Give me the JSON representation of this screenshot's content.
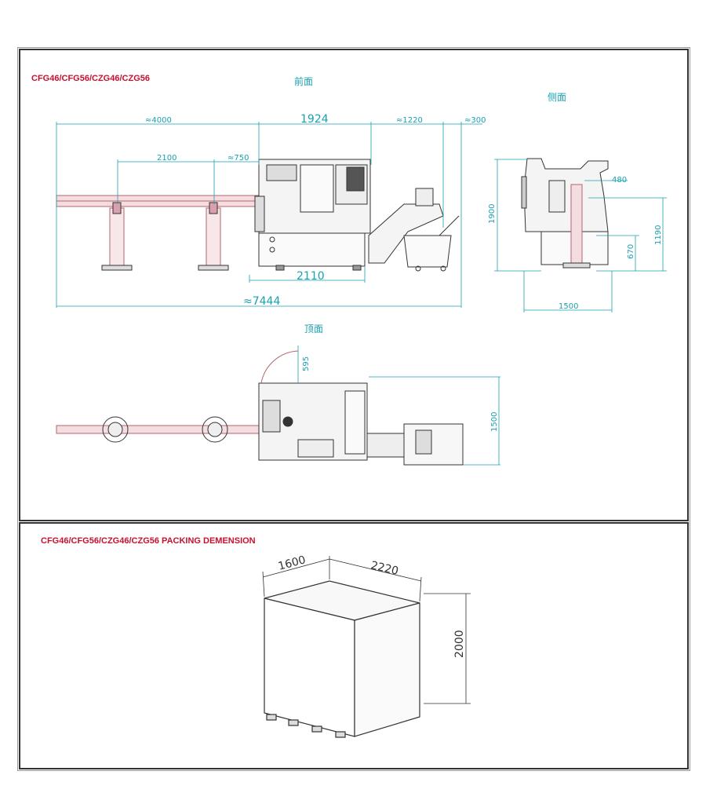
{
  "layout_title": "CFG46/CFG56/CZG46/CZG56",
  "packing_title": "CFG46/CFG56/CZG46/CZG56 PACKING DEMENSION",
  "views": {
    "front": "前面",
    "side": "侧面",
    "top": "顶面"
  },
  "front_dims": {
    "d4000": "≈4000",
    "d1924": "1924",
    "d1220": "≈1220",
    "d300": "≈300",
    "d2100": "2100",
    "d750": "≈750",
    "d2110": "2110",
    "d7444": "≈7444"
  },
  "side_dims": {
    "d1900": "1900",
    "d480": "480",
    "d1190": "1190",
    "d670": "670",
    "d1500": "1500"
  },
  "top_dims": {
    "d595": "595",
    "d1500": "1500"
  },
  "packing_dims": {
    "d1600": "1600",
    "d2220": "2220",
    "d2000": "2000"
  },
  "colors": {
    "dimension": "#1aa0b0",
    "title": "#c8102e",
    "bar": "#b5656e",
    "line": "#333333"
  }
}
